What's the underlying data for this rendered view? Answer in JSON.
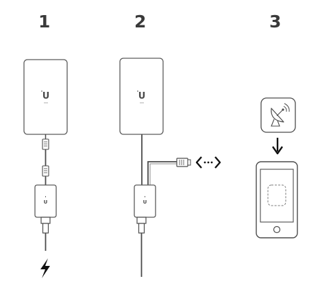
{
  "steps": [
    {
      "number": "1"
    },
    {
      "number": "2"
    },
    {
      "number": "3"
    }
  ],
  "device_logo": "U",
  "injector_logo": "U",
  "colors": {
    "outline": "#5a5a5a",
    "cable": "#4a4a4a",
    "background": "#ffffff",
    "text": "#3a3a3a"
  },
  "icons": {
    "power": "lightning-bolt-icon",
    "network": "bidirectional-arrow-icon",
    "app": "satellite-dish-icon",
    "flow": "arrow-down-icon",
    "phone": "smartphone-icon"
  }
}
